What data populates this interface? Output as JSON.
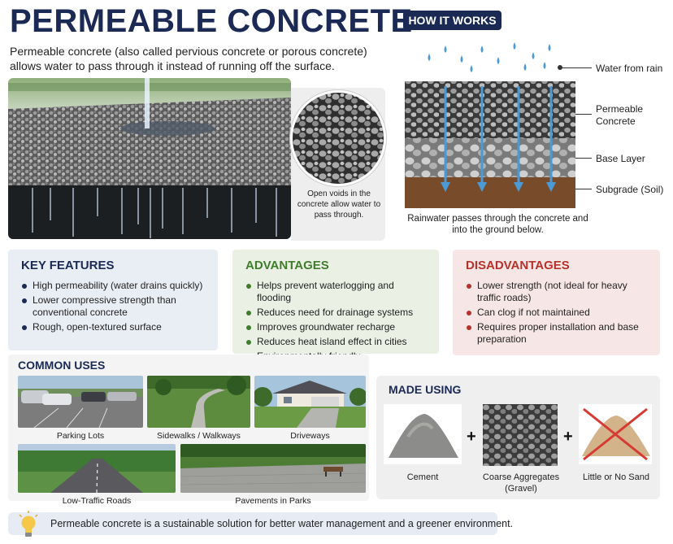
{
  "title": "PERMEABLE CONCRETE",
  "intro": "Permeable concrete (also called pervious concrete or porous concrete) allows water to pass through it instead of running off the surface.",
  "zoom_caption": "Open voids in the concrete allow water to pass through.",
  "how_it_works": {
    "badge": "HOW IT WORKS",
    "labels": {
      "rain": "Water from rain",
      "permeable": "Permeable Concrete",
      "base": "Base Layer",
      "subgrade": "Subgrade (Soil)"
    },
    "caption": "Rainwater passes through the concrete and into the ground below."
  },
  "key_features": {
    "title": "KEY FEATURES",
    "items": [
      "High permeability (water drains quickly)",
      "Lower compressive strength than conventional concrete",
      "Rough, open-textured surface"
    ]
  },
  "advantages": {
    "title": "ADVANTAGES",
    "items": [
      "Helps prevent waterlogging and flooding",
      "Reduces need for drainage systems",
      "Improves groundwater recharge",
      "Reduces heat island effect in cities",
      "Environmentally friendly"
    ]
  },
  "disadvantages": {
    "title": "DISADVANTAGES",
    "items": [
      "Lower strength (not ideal for heavy traffic roads)",
      "Can clog if not maintained",
      "Requires proper installation and base preparation"
    ]
  },
  "common_uses": {
    "title": "COMMON USES",
    "items": [
      "Parking Lots",
      "Sidewalks / Walkways",
      "Driveways",
      "Low-Traffic Roads",
      "Pavements in Parks"
    ]
  },
  "made_using": {
    "title": "MADE USING",
    "plus": "+",
    "items": [
      "Cement",
      "Coarse Aggregates (Gravel)",
      "Little or No Sand"
    ]
  },
  "footer": "Permeable concrete is a sustainable solution for better water management and a greener environment.",
  "colors": {
    "navy": "#1b2a55",
    "green": "#3f7d2c",
    "red": "#b8312b",
    "water": "#4a9ad8"
  }
}
